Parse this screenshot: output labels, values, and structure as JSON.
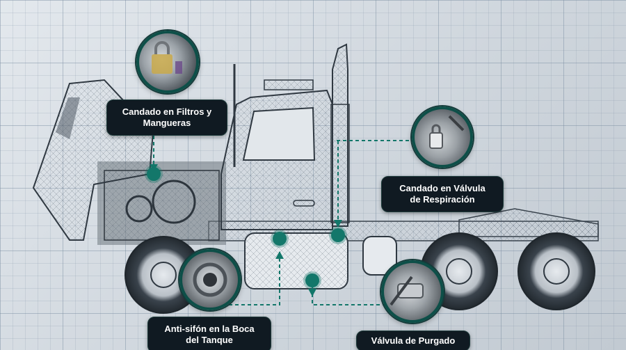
{
  "callouts": {
    "filters": {
      "text": "Candado en Filtros y Mangueras"
    },
    "breather": {
      "text": "Candado en Válvula de Respiración"
    },
    "antisiphon": {
      "text": "Anti-sifón en la Boca del Tanque"
    },
    "purge": {
      "text": "Válvula de Purgado"
    }
  },
  "colors": {
    "accent": "#13776a",
    "label_bg": "#101a22",
    "blueprint_bg": "#d4dbe2"
  }
}
